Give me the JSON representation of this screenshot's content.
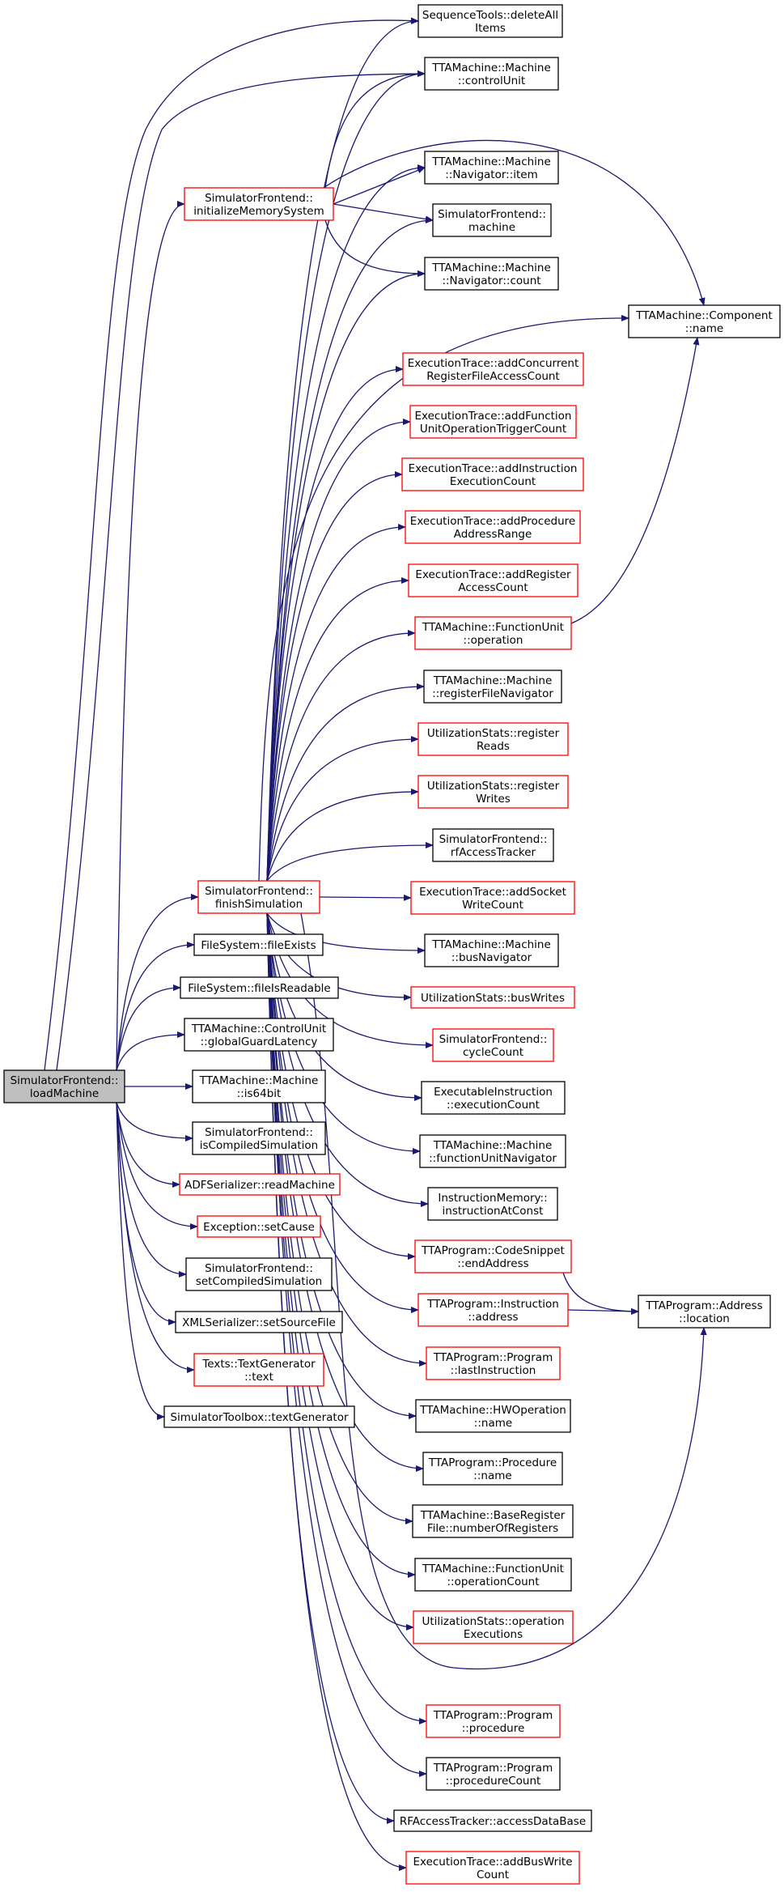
{
  "colors": {
    "edge": "#191970",
    "node_fill": "#ffffff",
    "root_fill": "#bfbfbf",
    "border_documented": "#000000",
    "border_undocumented": "#ff0000",
    "text": "#000000"
  },
  "nodes": [
    {
      "id": "loadMachine",
      "lines": [
        "SimulatorFrontend::",
        "loadMachine"
      ],
      "style": "root"
    },
    {
      "id": "initMem",
      "lines": [
        "SimulatorFrontend::",
        "initializeMemorySystem"
      ],
      "style": "red"
    },
    {
      "id": "finishSim",
      "lines": [
        "SimulatorFrontend::",
        "finishSimulation"
      ],
      "style": "red"
    },
    {
      "id": "fileExists",
      "lines": [
        "FileSystem::fileExists"
      ],
      "style": "black"
    },
    {
      "id": "fileIsReadable",
      "lines": [
        "FileSystem::fileIsReadable"
      ],
      "style": "black"
    },
    {
      "id": "globalGuardLatency",
      "lines": [
        "TTAMachine::ControlUnit",
        "::globalGuardLatency"
      ],
      "style": "black"
    },
    {
      "id": "is64bit",
      "lines": [
        "TTAMachine::Machine",
        "::is64bit"
      ],
      "style": "black"
    },
    {
      "id": "isCompiledSim",
      "lines": [
        "SimulatorFrontend::",
        "isCompiledSimulation"
      ],
      "style": "black"
    },
    {
      "id": "readMachine",
      "lines": [
        "ADFSerializer::readMachine"
      ],
      "style": "red"
    },
    {
      "id": "setCause",
      "lines": [
        "Exception::setCause"
      ],
      "style": "red"
    },
    {
      "id": "setCompiledSim",
      "lines": [
        "SimulatorFrontend::",
        "setCompiledSimulation"
      ],
      "style": "black"
    },
    {
      "id": "setSourceFile",
      "lines": [
        "XMLSerializer::setSourceFile"
      ],
      "style": "black"
    },
    {
      "id": "texts",
      "lines": [
        "Texts::TextGenerator",
        "::text"
      ],
      "style": "red"
    },
    {
      "id": "textGenerator",
      "lines": [
        "SimulatorToolbox::textGenerator"
      ],
      "style": "black"
    },
    {
      "id": "deleteAll",
      "lines": [
        "SequenceTools::deleteAll",
        "Items"
      ],
      "style": "black"
    },
    {
      "id": "controlUnit",
      "lines": [
        "TTAMachine::Machine",
        "::controlUnit"
      ],
      "style": "black"
    },
    {
      "id": "navItem",
      "lines": [
        "TTAMachine::Machine",
        "::Navigator::item"
      ],
      "style": "black"
    },
    {
      "id": "machine",
      "lines": [
        "SimulatorFrontend::",
        "machine"
      ],
      "style": "black"
    },
    {
      "id": "navCount",
      "lines": [
        "TTAMachine::Machine",
        "::Navigator::count"
      ],
      "style": "black"
    },
    {
      "id": "componentName",
      "lines": [
        "TTAMachine::Component",
        "::name"
      ],
      "style": "black"
    },
    {
      "id": "addConcurrent",
      "lines": [
        "ExecutionTrace::addConcurrent",
        "RegisterFileAccessCount"
      ],
      "style": "red"
    },
    {
      "id": "addFunction",
      "lines": [
        "ExecutionTrace::addFunction",
        "UnitOperationTriggerCount"
      ],
      "style": "red"
    },
    {
      "id": "addInstruction",
      "lines": [
        "ExecutionTrace::addInstruction",
        "ExecutionCount"
      ],
      "style": "red"
    },
    {
      "id": "addProcedure",
      "lines": [
        "ExecutionTrace::addProcedure",
        "AddressRange"
      ],
      "style": "red"
    },
    {
      "id": "addRegister",
      "lines": [
        "ExecutionTrace::addRegister",
        "AccessCount"
      ],
      "style": "red"
    },
    {
      "id": "fuOperation",
      "lines": [
        "TTAMachine::FunctionUnit",
        "::operation"
      ],
      "style": "red"
    },
    {
      "id": "rfNavigator",
      "lines": [
        "TTAMachine::Machine",
        "::registerFileNavigator"
      ],
      "style": "black"
    },
    {
      "id": "registerReads",
      "lines": [
        "UtilizationStats::register",
        "Reads"
      ],
      "style": "red"
    },
    {
      "id": "registerWrites",
      "lines": [
        "UtilizationStats::register",
        "Writes"
      ],
      "style": "red"
    },
    {
      "id": "rfAccessTracker",
      "lines": [
        "SimulatorFrontend::",
        "rfAccessTracker"
      ],
      "style": "black"
    },
    {
      "id": "addSocket",
      "lines": [
        "ExecutionTrace::addSocket",
        "WriteCount"
      ],
      "style": "red"
    },
    {
      "id": "busNavigator",
      "lines": [
        "TTAMachine::Machine",
        "::busNavigator"
      ],
      "style": "black"
    },
    {
      "id": "busWrites",
      "lines": [
        "UtilizationStats::busWrites"
      ],
      "style": "red"
    },
    {
      "id": "cycleCount",
      "lines": [
        "SimulatorFrontend::",
        "cycleCount"
      ],
      "style": "red"
    },
    {
      "id": "execCount",
      "lines": [
        "ExecutableInstruction",
        "::executionCount"
      ],
      "style": "black"
    },
    {
      "id": "fuNavigator",
      "lines": [
        "TTAMachine::Machine",
        "::functionUnitNavigator"
      ],
      "style": "black"
    },
    {
      "id": "instrAtConst",
      "lines": [
        "InstructionMemory::",
        "instructionAtConst"
      ],
      "style": "black"
    },
    {
      "id": "endAddress",
      "lines": [
        "TTAProgram::CodeSnippet",
        "::endAddress"
      ],
      "style": "red"
    },
    {
      "id": "instrAddress",
      "lines": [
        "TTAProgram::Instruction",
        "::address"
      ],
      "style": "red"
    },
    {
      "id": "addrLocation",
      "lines": [
        "TTAProgram::Address",
        "::location"
      ],
      "style": "black"
    },
    {
      "id": "lastInstr",
      "lines": [
        "TTAProgram::Program",
        "::lastInstruction"
      ],
      "style": "red"
    },
    {
      "id": "hwOpName",
      "lines": [
        "TTAMachine::HWOperation",
        "::name"
      ],
      "style": "black"
    },
    {
      "id": "procName",
      "lines": [
        "TTAProgram::Procedure",
        "::name"
      ],
      "style": "black"
    },
    {
      "id": "numRegs",
      "lines": [
        "TTAMachine::BaseRegister",
        "File::numberOfRegisters"
      ],
      "style": "black"
    },
    {
      "id": "opCount",
      "lines": [
        "TTAMachine::FunctionUnit",
        "::operationCount"
      ],
      "style": "black"
    },
    {
      "id": "opExec",
      "lines": [
        "UtilizationStats::operation",
        "Executions"
      ],
      "style": "red"
    },
    {
      "id": "procedure",
      "lines": [
        "TTAProgram::Program",
        "::procedure"
      ],
      "style": "red"
    },
    {
      "id": "procCount",
      "lines": [
        "TTAProgram::Program",
        "::procedureCount"
      ],
      "style": "black"
    },
    {
      "id": "accessDataBase",
      "lines": [
        "RFAccessTracker::accessDataBase"
      ],
      "style": "black"
    },
    {
      "id": "addBusWrite",
      "lines": [
        "ExecutionTrace::addBusWrite",
        "Count"
      ],
      "style": "red"
    }
  ],
  "edges": [
    [
      "loadMachine",
      "initMem"
    ],
    [
      "loadMachine",
      "finishSim"
    ],
    [
      "loadMachine",
      "fileExists"
    ],
    [
      "loadMachine",
      "fileIsReadable"
    ],
    [
      "loadMachine",
      "globalGuardLatency"
    ],
    [
      "loadMachine",
      "is64bit"
    ],
    [
      "loadMachine",
      "isCompiledSim"
    ],
    [
      "loadMachine",
      "readMachine"
    ],
    [
      "loadMachine",
      "setCause"
    ],
    [
      "loadMachine",
      "setCompiledSim"
    ],
    [
      "loadMachine",
      "setSourceFile"
    ],
    [
      "loadMachine",
      "texts"
    ],
    [
      "loadMachine",
      "textGenerator"
    ],
    [
      "loadMachine",
      "deleteAll"
    ],
    [
      "loadMachine",
      "controlUnit"
    ],
    [
      "initMem",
      "controlUnit"
    ],
    [
      "initMem",
      "navItem"
    ],
    [
      "initMem",
      "machine"
    ],
    [
      "initMem",
      "navCount"
    ],
    [
      "initMem",
      "componentName"
    ],
    [
      "finishSim",
      "deleteAll"
    ],
    [
      "finishSim",
      "controlUnit"
    ],
    [
      "finishSim",
      "navItem"
    ],
    [
      "finishSim",
      "machine"
    ],
    [
      "finishSim",
      "navCount"
    ],
    [
      "finishSim",
      "componentName"
    ],
    [
      "finishSim",
      "addConcurrent"
    ],
    [
      "finishSim",
      "addFunction"
    ],
    [
      "finishSim",
      "addInstruction"
    ],
    [
      "finishSim",
      "addProcedure"
    ],
    [
      "finishSim",
      "addRegister"
    ],
    [
      "finishSim",
      "fuOperation"
    ],
    [
      "finishSim",
      "rfNavigator"
    ],
    [
      "finishSim",
      "registerReads"
    ],
    [
      "finishSim",
      "registerWrites"
    ],
    [
      "finishSim",
      "rfAccessTracker"
    ],
    [
      "finishSim",
      "addSocket"
    ],
    [
      "finishSim",
      "busNavigator"
    ],
    [
      "finishSim",
      "busWrites"
    ],
    [
      "finishSim",
      "cycleCount"
    ],
    [
      "finishSim",
      "execCount"
    ],
    [
      "finishSim",
      "fuNavigator"
    ],
    [
      "finishSim",
      "instrAtConst"
    ],
    [
      "finishSim",
      "endAddress"
    ],
    [
      "finishSim",
      "instrAddress"
    ],
    [
      "finishSim",
      "lastInstr"
    ],
    [
      "finishSim",
      "hwOpName"
    ],
    [
      "finishSim",
      "procName"
    ],
    [
      "finishSim",
      "numRegs"
    ],
    [
      "finishSim",
      "opCount"
    ],
    [
      "finishSim",
      "opExec"
    ],
    [
      "finishSim",
      "procedure"
    ],
    [
      "finishSim",
      "procCount"
    ],
    [
      "finishSim",
      "accessDataBase"
    ],
    [
      "finishSim",
      "addBusWrite"
    ],
    [
      "finishSim",
      "addrLocation"
    ],
    [
      "fuOperation",
      "componentName"
    ],
    [
      "endAddress",
      "addrLocation"
    ],
    [
      "instrAddress",
      "addrLocation"
    ]
  ]
}
